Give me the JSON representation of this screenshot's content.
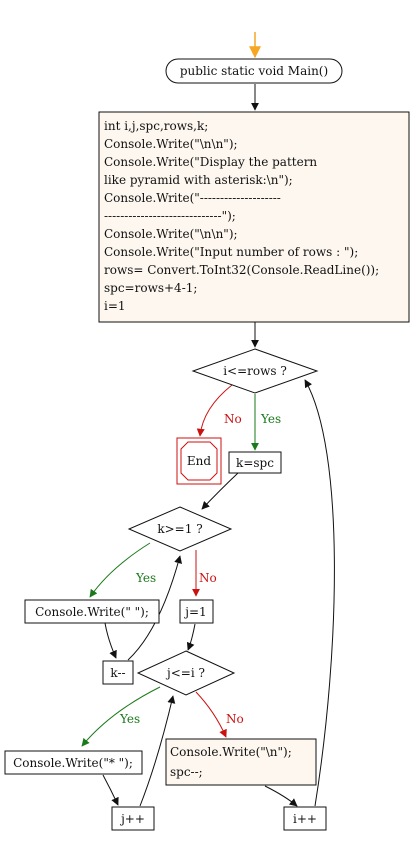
{
  "diagram": {
    "start_label": "public static void Main()",
    "init_lines": [
      "int i,j,spc,rows,k;",
      "Console.Write(\"\\n\\n\");",
      "Console.Write(\"Display the pattern",
      "like pyramid with asterisk:\\n\");",
      "Console.Write(\"--------------------",
      "-----------------------------\");",
      "Console.Write(\"\\n\\n\");",
      "Console.Write(\"Input number of rows : \");",
      "rows= Convert.ToInt32(Console.ReadLine());",
      "spc=rows+4-1;",
      "i=1"
    ],
    "cond_rows": "i<=rows ?",
    "end_label": "End",
    "assign_k": "k=spc",
    "cond_k": "k>=1 ?",
    "write_space": "Console.Write(\" \");",
    "dec_k": "k--",
    "assign_j": "j=1",
    "cond_j": "j<=i ?",
    "write_star": "Console.Write(\"* \");",
    "inc_j": "j++",
    "newline_lines": [
      "Console.Write(\"\\n\");",
      "spc--;"
    ],
    "inc_i": "i++",
    "label_yes": "Yes",
    "label_no": "No"
  },
  "colors": {
    "start_arrow": "#f5a623",
    "process_fill": "#fdf7ef",
    "yes": "#1a7a1a",
    "no": "#cc1111",
    "stroke": "#111111"
  }
}
